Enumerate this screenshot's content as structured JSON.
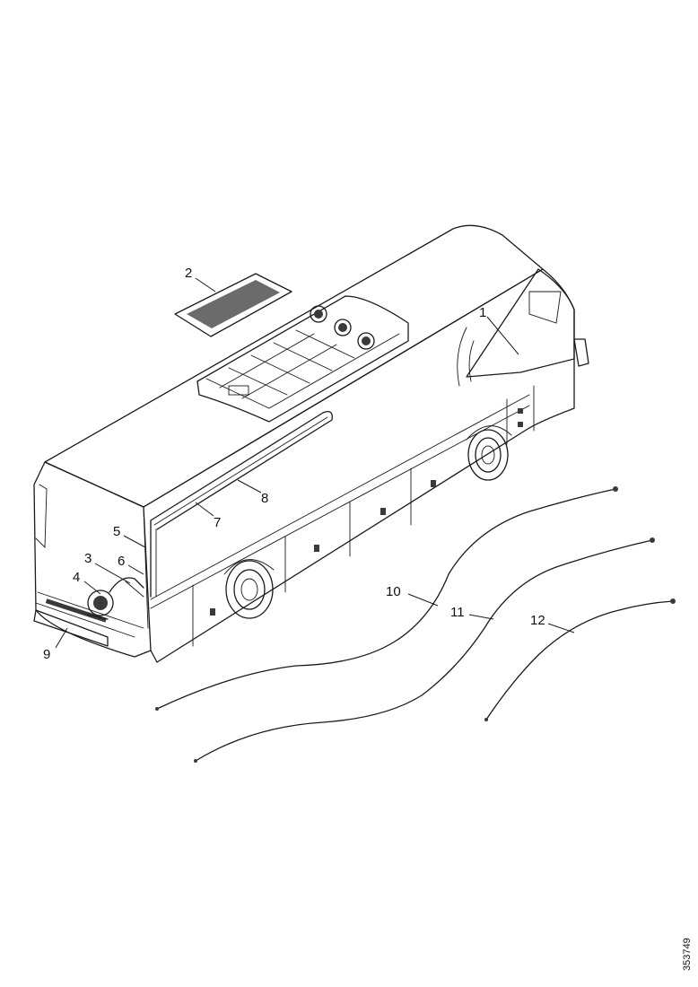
{
  "diagram": {
    "callouts": [
      {
        "id": "1",
        "label": "1"
      },
      {
        "id": "2",
        "label": "2"
      },
      {
        "id": "3",
        "label": "3"
      },
      {
        "id": "4",
        "label": "4"
      },
      {
        "id": "5",
        "label": "5"
      },
      {
        "id": "6",
        "label": "6"
      },
      {
        "id": "7",
        "label": "7"
      },
      {
        "id": "8",
        "label": "8"
      },
      {
        "id": "9",
        "label": "9"
      },
      {
        "id": "10",
        "label": "10"
      },
      {
        "id": "11",
        "label": "11"
      },
      {
        "id": "12",
        "label": "12"
      }
    ],
    "document_id": "353749"
  }
}
